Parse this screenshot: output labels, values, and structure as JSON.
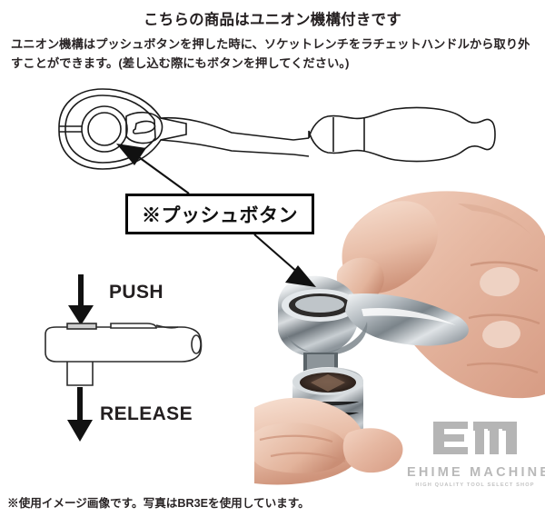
{
  "header": {
    "title": "こちらの商品はユニオン機構付きです",
    "description": "ユニオン機構はプッシュボタンを押した時に、ソケットレンチをラチェットハンドルから取り外すことができます。(差し込む際にもボタンを押してください。)"
  },
  "callout": {
    "label": "※プッシュボタン"
  },
  "diagram": {
    "push_label": "PUSH",
    "release_label": "RELEASE"
  },
  "logo": {
    "mark": "EM",
    "name": "EHIME MACHINE",
    "tagline": "HIGH QUALITY TOOL SELECT SHOP"
  },
  "footer": {
    "note": "※使用イメージ画像です。写真はBR3Eを使用しています。"
  },
  "colors": {
    "text": "#231f20",
    "callout_border": "#000000",
    "logo_gray": "#b9b9b9",
    "background": "#ffffff"
  }
}
